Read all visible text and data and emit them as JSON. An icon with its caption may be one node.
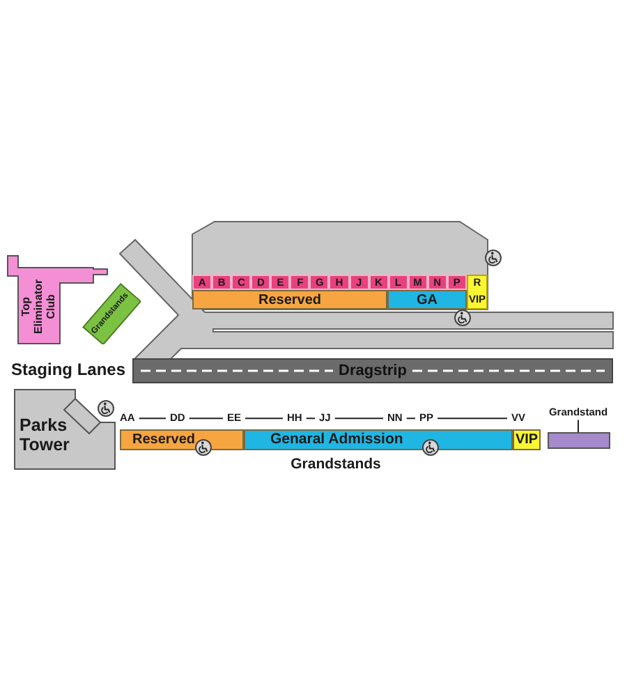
{
  "diagram": {
    "nodes": [
      {
        "text": [
          "Top Eliminator Club"
        ]
      },
      {
        "text": [
          "Grandstands"
        ]
      },
      {
        "text": [
          "A"
        ]
      },
      {
        "text": [
          "B"
        ]
      },
      {
        "text": [
          "C"
        ]
      },
      {
        "text": [
          "D"
        ]
      },
      {
        "text": [
          "E"
        ]
      },
      {
        "text": [
          "F"
        ]
      },
      {
        "text": [
          "G"
        ]
      },
      {
        "text": [
          "H"
        ]
      },
      {
        "text": [
          "J"
        ]
      },
      {
        "text": [
          "K"
        ]
      },
      {
        "text": [
          "L"
        ]
      },
      {
        "text": [
          "M"
        ]
      },
      {
        "text": [
          "N"
        ]
      },
      {
        "text": [
          "P"
        ]
      },
      {
        "text": [
          "R",
          "VIP"
        ]
      },
      {
        "text": [
          "Reserved"
        ]
      },
      {
        "text": [
          "GA"
        ]
      },
      {
        "text": [
          "Dragstrip"
        ]
      },
      {
        "text": [
          "Parks Tower"
        ]
      },
      {
        "text": [
          "Reserved"
        ]
      },
      {
        "text": [
          "Genaral Admission"
        ]
      },
      {
        "text": [
          "VIP"
        ]
      },
      {
        "text": [
          "Grandstand"
        ]
      },
      {
        "text": [],
        "shape": "box"
      }
    ],
    "edges": [
      {
        "from": 24,
        "to": 25,
        "arrow": "none"
      }
    ],
    "labels": [
      "Staging Lanes",
      "AA",
      "DD",
      "EE",
      "HH",
      "JJ",
      "NN",
      "PP",
      "VV",
      "Grandstands"
    ]
  }
}
